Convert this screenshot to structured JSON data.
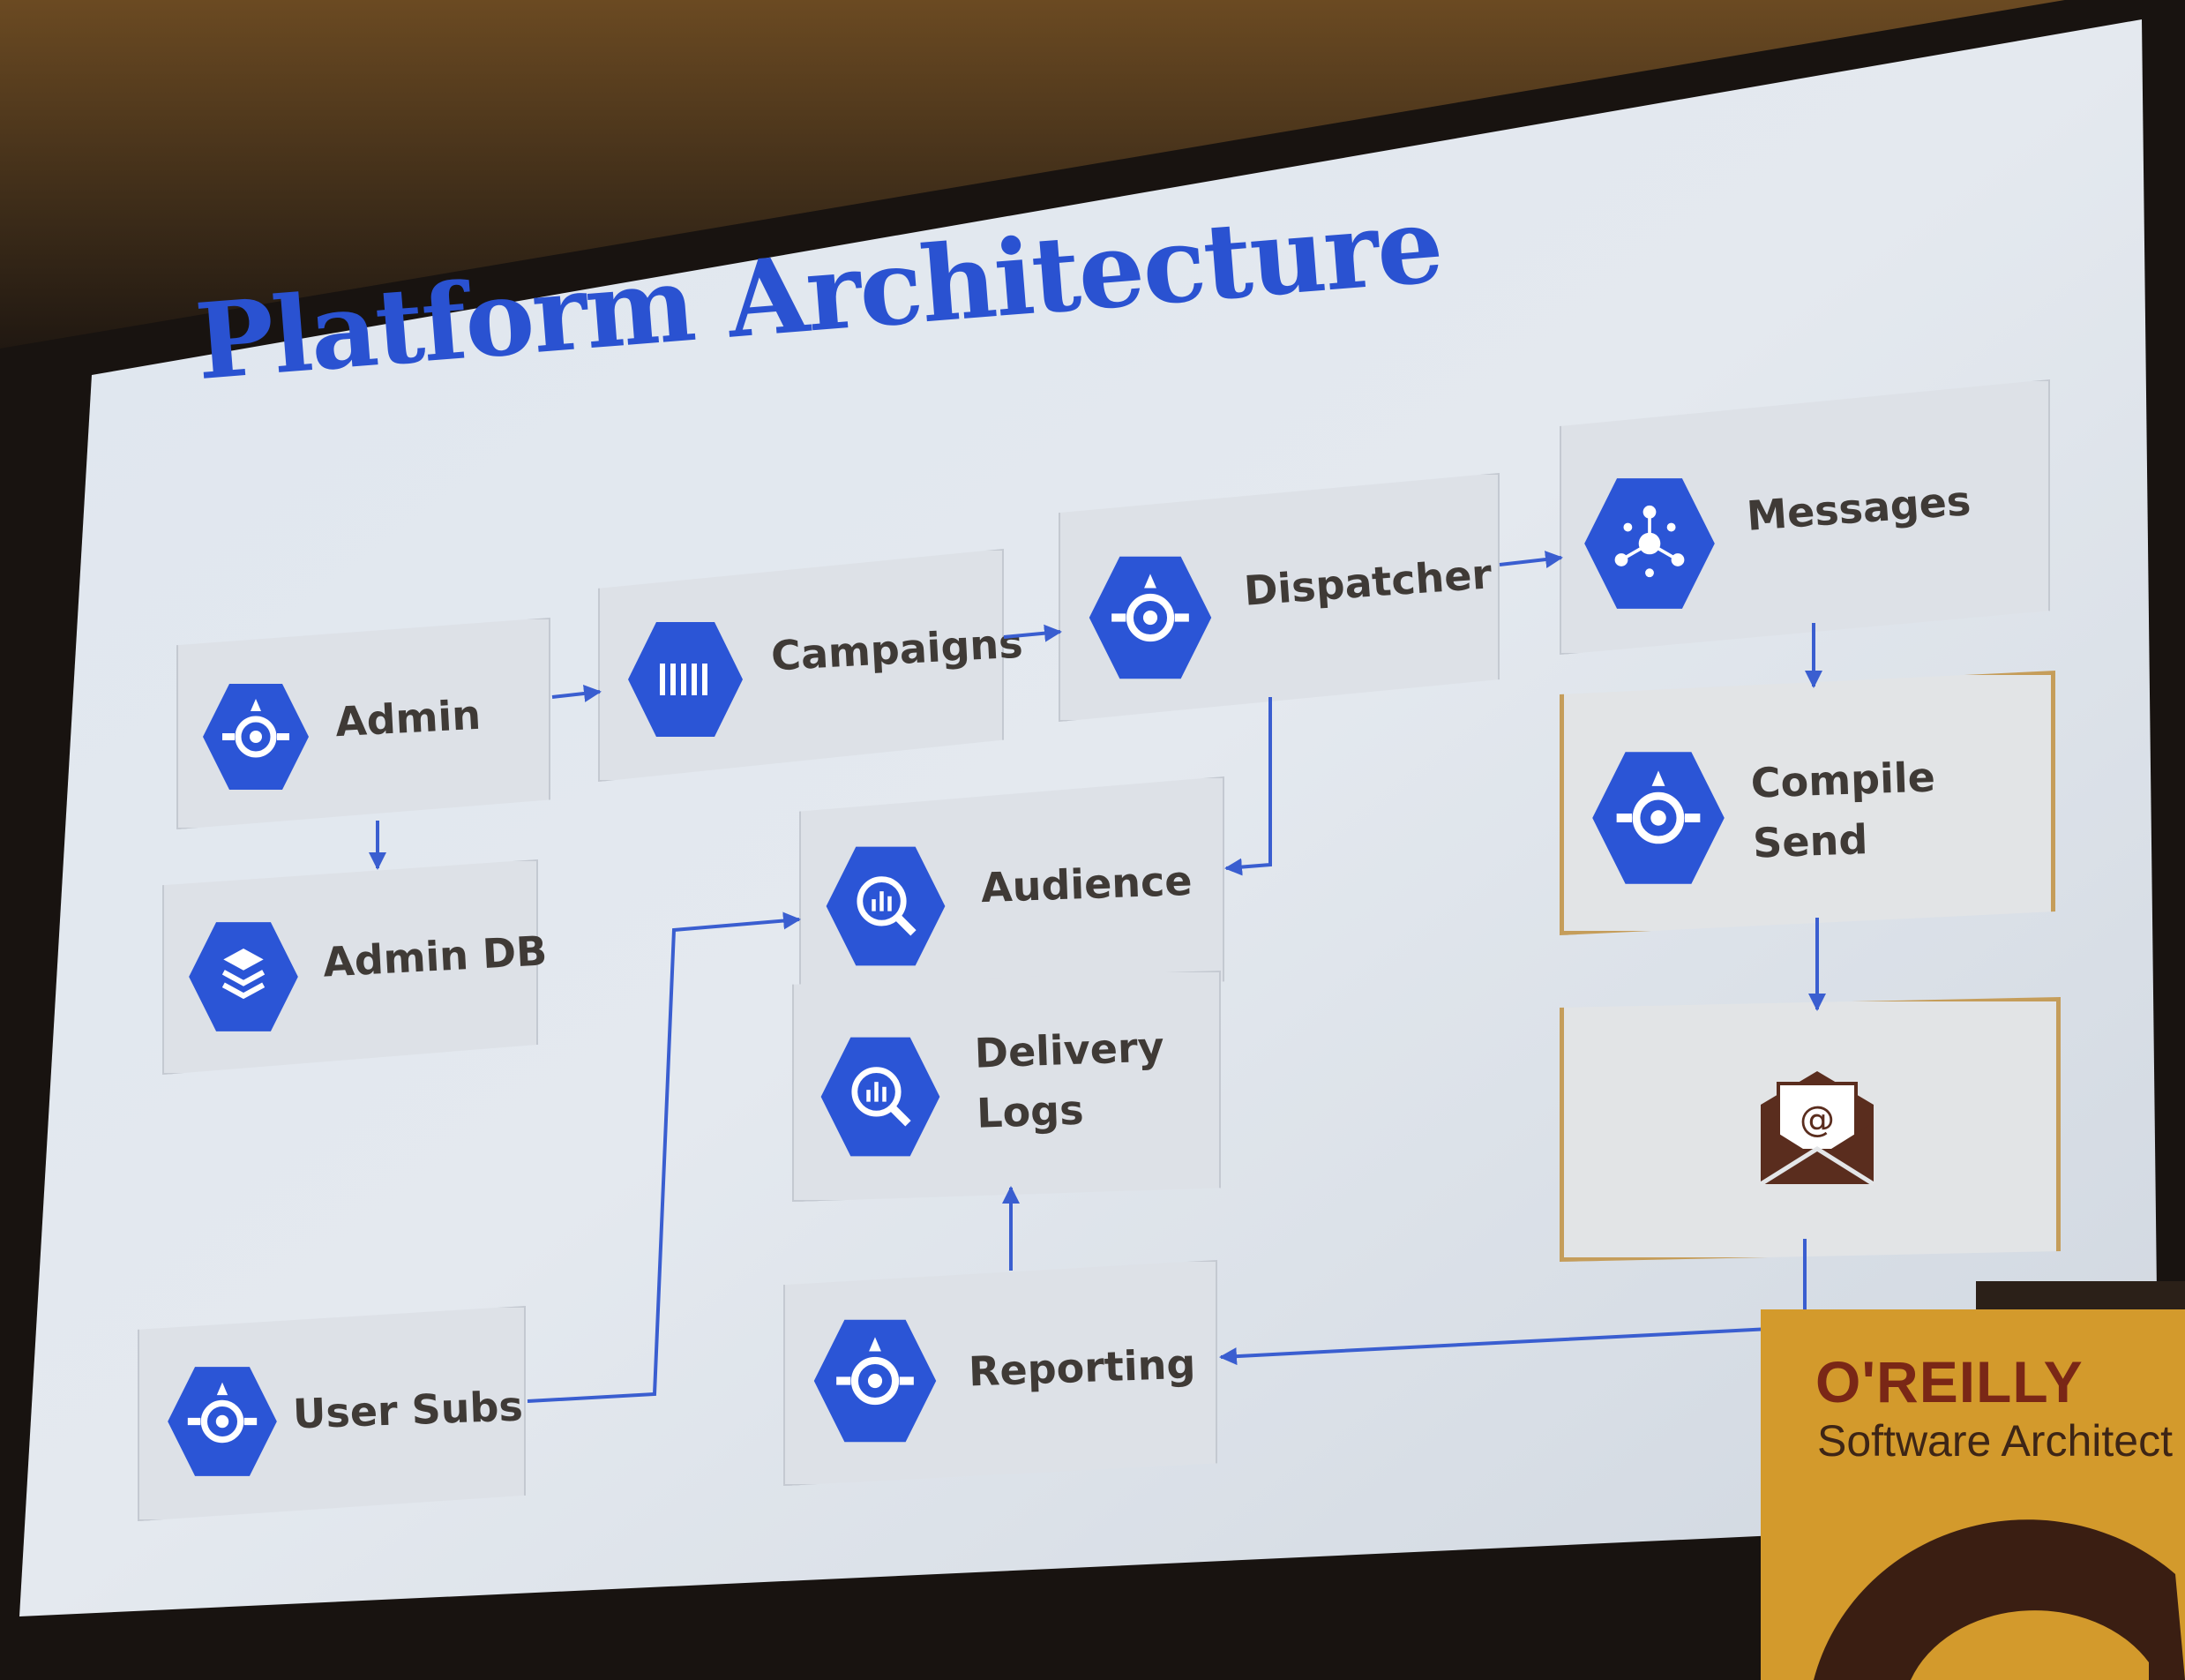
{
  "slide": {
    "title": "Platform Architecture",
    "accent_color": "#2a52d1",
    "box_color": "#dde1e7",
    "highlight_border_color": "#c59d5a",
    "arrow_color": "#3a5ed0"
  },
  "nodes": {
    "admin": {
      "label": "Admin",
      "icon": "app-engine-icon"
    },
    "campaigns": {
      "label": "Campaigns",
      "icon": "dataflow-icon"
    },
    "dispatcher": {
      "label": "Dispatcher",
      "icon": "app-engine-icon"
    },
    "messages": {
      "label": "Messages",
      "icon": "pubsub-icon"
    },
    "admin_db": {
      "label": "Admin DB",
      "icon": "datastore-icon"
    },
    "audience": {
      "label": "Audience",
      "icon": "bigquery-icon"
    },
    "compile_send": {
      "label": "Compile\nSend",
      "icon": "app-engine-icon"
    },
    "delivery_logs": {
      "label": "Delivery\nLogs",
      "icon": "bigquery-icon"
    },
    "email": {
      "label": "",
      "icon": "email-envelope-icon"
    },
    "user_subs": {
      "label": "User Subs",
      "icon": "app-engine-icon"
    },
    "reporting": {
      "label": "Reporting",
      "icon": "app-engine-icon"
    }
  },
  "podium": {
    "brand": "O'REILLY",
    "event": "Software Architect",
    "color": "#d39a2c"
  }
}
